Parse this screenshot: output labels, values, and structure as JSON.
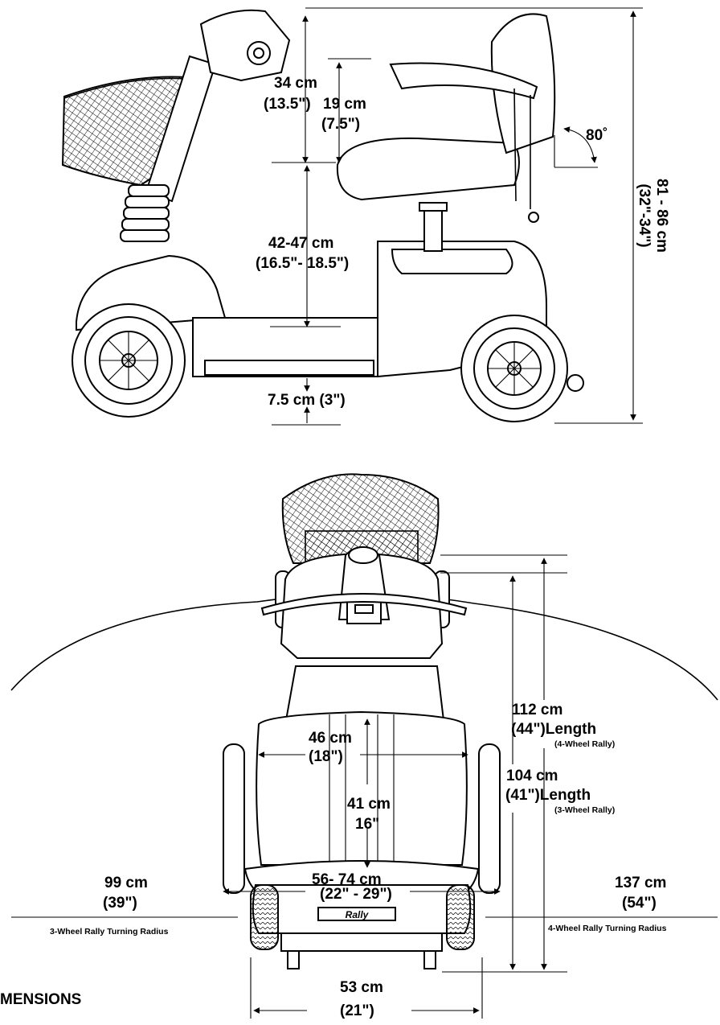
{
  "side_view": {
    "backrest_height": {
      "metric": "34 cm",
      "imperial": "(13.5\")"
    },
    "armrest_height": {
      "metric": "19 cm",
      "imperial": "(7.5\")"
    },
    "seat_height": {
      "metric": "42-47 cm",
      "imperial": "(16.5\"- 18.5\")"
    },
    "ground_clearance": "7.5 cm (3\")",
    "backrest_angle": "80˚",
    "overall_height": {
      "metric": "81 - 86 cm",
      "imperial": "(32\"-34\")"
    }
  },
  "top_view": {
    "length_4_wheel": {
      "metric": "112 cm",
      "imperial": "(44\")Length",
      "note": "(4-Wheel Rally)"
    },
    "length_3_wheel": {
      "metric": "104 cm",
      "imperial": "(41\")Length",
      "note": "(3-Wheel Rally)"
    },
    "seat_width": {
      "metric": "46 cm",
      "imperial": "(18\")"
    },
    "seat_depth": {
      "metric": "41 cm",
      "imperial": "16\""
    },
    "armrest_width": {
      "metric": "56- 74 cm",
      "imperial": "(22\" - 29\")"
    },
    "overall_width": {
      "metric": "53 cm",
      "imperial": "(21\")"
    },
    "turning_radius_3_wheel": {
      "metric": "99 cm",
      "imperial": "(39\")",
      "label": "3-Wheel Rally Turning Radius"
    },
    "turning_radius_4_wheel": {
      "metric": "137 cm",
      "imperial": "(54\")",
      "label": "4-Wheel Rally Turning Radius"
    },
    "brand_badge": "Rally"
  },
  "footer": {
    "section_title": "MENSIONS"
  }
}
